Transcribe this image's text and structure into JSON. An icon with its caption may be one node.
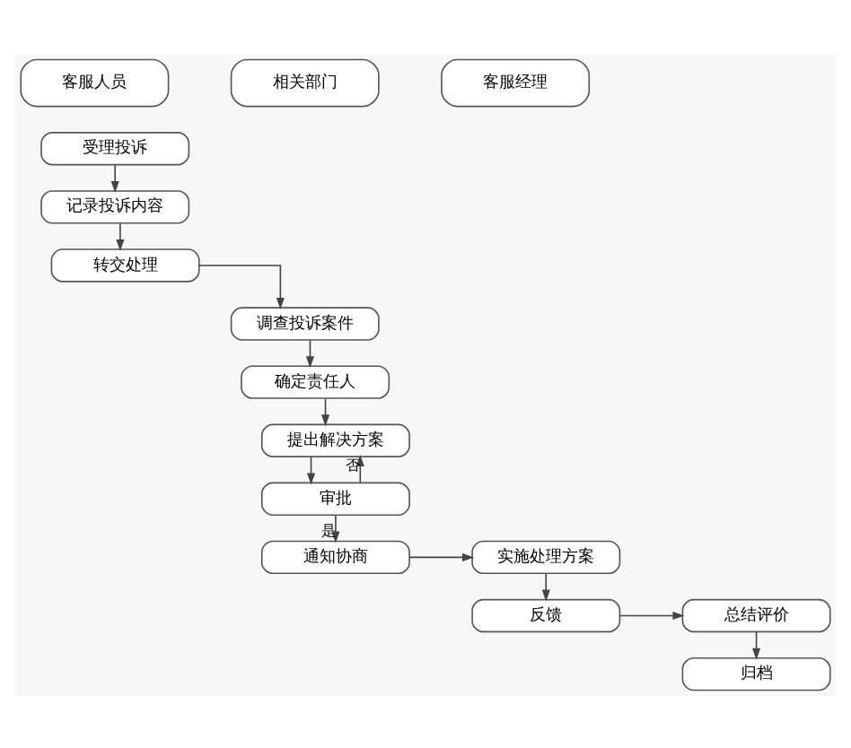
{
  "diagram": {
    "nodes": [
      {
        "text": [
          "客服人员"
        ]
      },
      {
        "text": [
          "相关部门"
        ]
      },
      {
        "text": [
          "客服经理"
        ]
      },
      {
        "text": [
          "受理投诉"
        ]
      },
      {
        "text": [
          "记录投诉内容"
        ]
      },
      {
        "text": [
          "转交处理"
        ]
      },
      {
        "text": [
          "调查投诉案件"
        ]
      },
      {
        "text": [
          "确定责任人"
        ]
      },
      {
        "text": [
          "提出解决方案"
        ]
      },
      {
        "text": [
          "审批"
        ]
      },
      {
        "text": [
          "通知协商"
        ]
      },
      {
        "text": [
          "实施处理方案"
        ]
      },
      {
        "text": [
          "反馈"
        ]
      },
      {
        "text": [
          "总结评价"
        ]
      },
      {
        "text": [
          "归档"
        ]
      }
    ],
    "edges": [
      {
        "from": 3,
        "to": 4,
        "arrow": "to"
      },
      {
        "from": 4,
        "to": 5,
        "arrow": "to"
      },
      {
        "from": 5,
        "to": 6,
        "arrow": "to"
      },
      {
        "from": 6,
        "to": 7,
        "arrow": "to"
      },
      {
        "from": 7,
        "to": 8,
        "arrow": "to"
      },
      {
        "from": 8,
        "to": 9,
        "arrow": "to"
      },
      {
        "from": 9,
        "to": 8,
        "arrow": "to",
        "label": "否"
      },
      {
        "from": 9,
        "to": 10,
        "arrow": "to",
        "label": "是"
      },
      {
        "from": 10,
        "to": 11,
        "arrow": "to"
      },
      {
        "from": 11,
        "to": 12,
        "arrow": "to"
      },
      {
        "from": 12,
        "to": 13,
        "arrow": "to"
      },
      {
        "from": 13,
        "to": 14,
        "arrow": "to"
      }
    ]
  }
}
